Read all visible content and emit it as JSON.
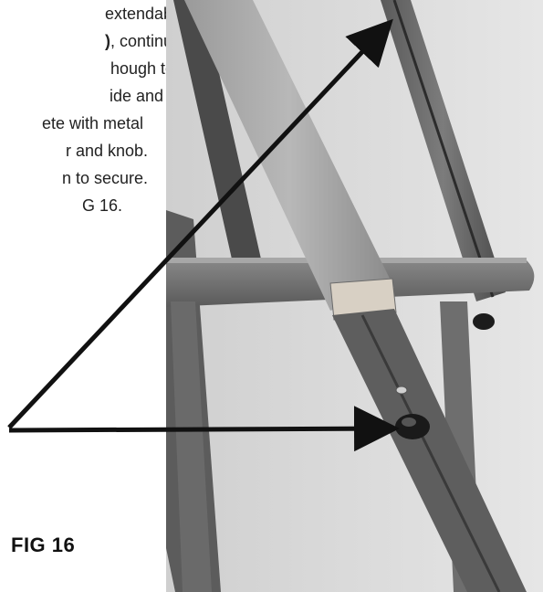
{
  "instructions": {
    "lines": [
      {
        "text": "extendable",
        "bold_suffix": ""
      },
      {
        "text": ", continue",
        "bold_prefix": ")"
      },
      {
        "text": "hough to the",
        "bold_suffix": ""
      },
      {
        "text": "ide and",
        "bold_suffix": ""
      },
      {
        "text": "ete with metal",
        "bold_suffix": ""
      },
      {
        "text": "r and knob.",
        "bold_suffix": ""
      },
      {
        "text": "n to secure.",
        "bold_suffix": ""
      },
      {
        "text": "G 16.",
        "bold_suffix": ""
      }
    ]
  },
  "figure": {
    "label": "FIG 16"
  },
  "colors": {
    "text": "#222222",
    "arrow": "#111111",
    "background": "#ffffff"
  }
}
